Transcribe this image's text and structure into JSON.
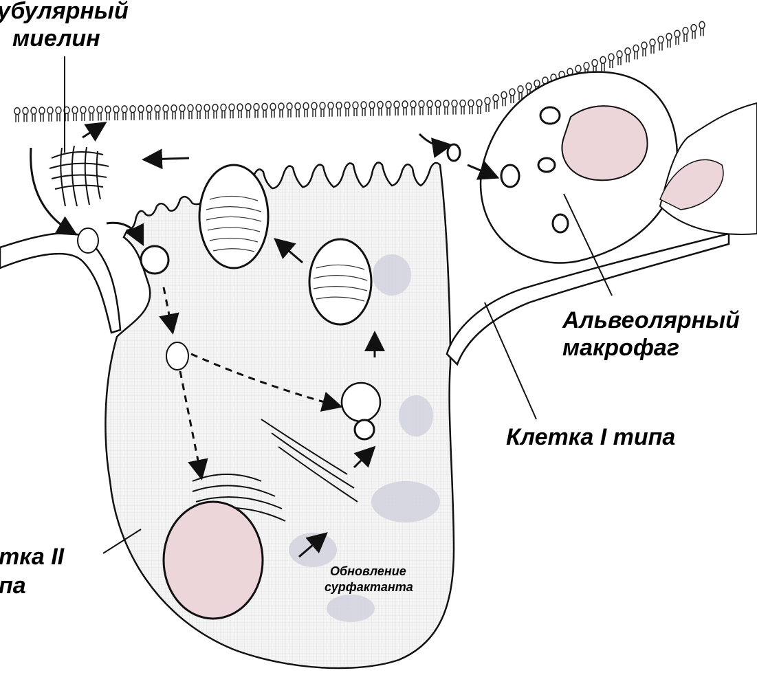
{
  "labels": {
    "tubular_myelin_line1": "убулярный",
    "tubular_myelin_line2": "миелин",
    "alveolar_macrophage_line1": "Альвеолярный",
    "alveolar_macrophage_line2": "макрофаг",
    "type1_cell": "Клетка I типа",
    "type2_cell_line1": "тка II",
    "type2_cell_line2": "па",
    "surfactant_renewal_line1": "Обновление",
    "surfactant_renewal_line2": "сурфактанта"
  },
  "colors": {
    "outline": "#111111",
    "cell_fill": "#f2f2f2",
    "nucleus_fill": "#ecd6d9",
    "recycle_blob": "#d2d2df"
  }
}
